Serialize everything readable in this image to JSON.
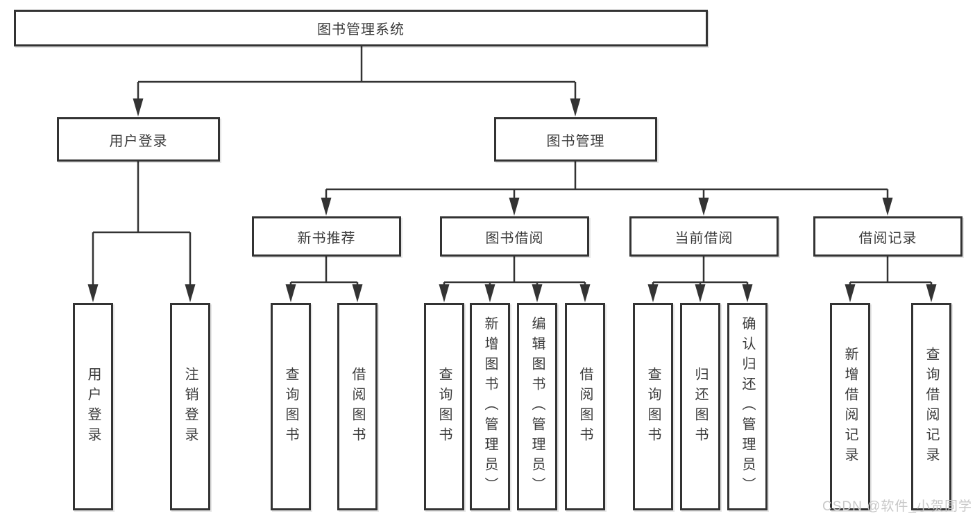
{
  "nodes": {
    "root": {
      "label": "图书管理系统"
    },
    "user_login": {
      "label": "用户登录"
    },
    "book_mgmt": {
      "label": "图书管理"
    },
    "new_books": {
      "label": "新书推荐"
    },
    "book_borrow": {
      "label": "图书借阅"
    },
    "current_borrow": {
      "label": "当前借阅"
    },
    "borrow_records": {
      "label": "借阅记录"
    },
    "leaf_user_login": {
      "label": "用户登录"
    },
    "leaf_logout": {
      "label": "注销登录"
    },
    "leaf_nb_query": {
      "label": "查询图书"
    },
    "leaf_nb_borrow": {
      "label": "借阅图书"
    },
    "leaf_bb_query": {
      "label": "查询图书"
    },
    "leaf_bb_add": {
      "label": "新增图书（管理员）"
    },
    "leaf_bb_edit": {
      "label": "编辑图书（管理员）"
    },
    "leaf_bb_borrow": {
      "label": "借阅图书"
    },
    "leaf_cb_query": {
      "label": "查询图书"
    },
    "leaf_cb_return": {
      "label": "归还图书"
    },
    "leaf_cb_confirm": {
      "label": "确认归还（管理员）"
    },
    "leaf_br_add": {
      "label": "新增借阅记录"
    },
    "leaf_br_query": {
      "label": "查询借阅记录"
    }
  },
  "watermark": {
    "text": "CSDN @软件_小贺同学"
  },
  "colors": {
    "line": "#333333",
    "text": "#3b3b3b",
    "background": "#ffffff",
    "watermark": "#c8c8c8"
  }
}
